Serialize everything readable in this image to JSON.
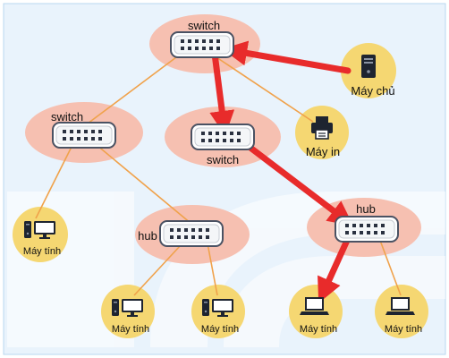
{
  "colors": {
    "background": "#e9f3fc",
    "frame": "#b9d7ef",
    "watermark": "#ffffff",
    "node_halo": "#f6c0b1",
    "device_halo": "#f5d772",
    "link": "#f0a24b",
    "flow": "#e82b2b",
    "port": "#2a3140"
  },
  "nodes": {
    "switch_top": {
      "label": "switch",
      "icon": "network-switch-icon"
    },
    "switch_left": {
      "label": "switch",
      "icon": "network-switch-icon"
    },
    "switch_mid": {
      "label": "switch",
      "icon": "network-switch-icon"
    },
    "hub_left": {
      "label": "hub",
      "icon": "network-hub-icon"
    },
    "hub_right": {
      "label": "hub",
      "icon": "network-hub-icon"
    },
    "server": {
      "label": "Máy chủ",
      "icon": "server-icon"
    },
    "printer": {
      "label": "Máy in",
      "icon": "printer-icon"
    },
    "pc_left": {
      "label": "Máy tính",
      "icon": "desktop-computer-icon"
    },
    "pc_bottom_1": {
      "label": "Máy tính",
      "icon": "desktop-computer-icon"
    },
    "pc_bottom_2": {
      "label": "Máy tính",
      "icon": "desktop-computer-icon"
    },
    "laptop_1": {
      "label": "Máy tính",
      "icon": "laptop-icon"
    },
    "laptop_2": {
      "label": "Máy tính",
      "icon": "laptop-icon"
    }
  }
}
